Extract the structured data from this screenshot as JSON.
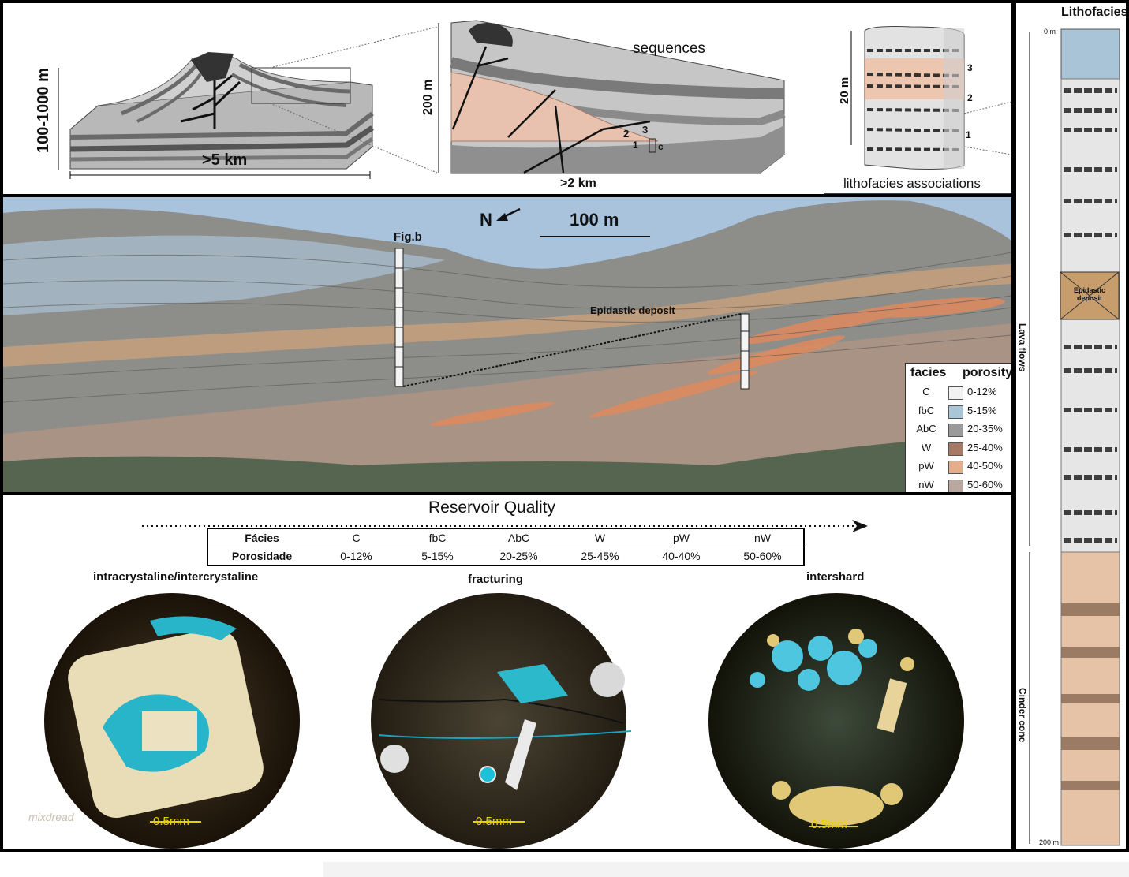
{
  "top_panel": {
    "block1": {
      "height_label": "100-1000 m",
      "width_label": ">5 km"
    },
    "block2": {
      "height_label": "200 m",
      "width_label": ">2 km",
      "title": "sequences",
      "labels": [
        "1",
        "2",
        "3",
        "c"
      ]
    },
    "block3": {
      "height_label": "20 m",
      "caption": "lithofacies associations",
      "labels": [
        "3",
        "2",
        "1"
      ]
    }
  },
  "photo_panel": {
    "north_label": "N",
    "scale_label": "100 m",
    "fig_label": "Fig.b",
    "deposit_label": "Epidastic deposit",
    "legend": {
      "col1": "facies",
      "col2": "porosity",
      "rows": [
        {
          "facies": "C",
          "porosity": "0-12%",
          "color": "#f2f2f2"
        },
        {
          "facies": "fbC",
          "porosity": "5-15%",
          "color": "#a9c6d8"
        },
        {
          "facies": "AbC",
          "porosity": "20-35%",
          "color": "#9a9a9a"
        },
        {
          "facies": "W",
          "porosity": "25-40%",
          "color": "#a87a66"
        },
        {
          "facies": "pW",
          "porosity": "40-50%",
          "color": "#e6ad8c"
        },
        {
          "facies": "nW",
          "porosity": "50-60%",
          "color": "#b9a7a0"
        }
      ]
    }
  },
  "quality_panel": {
    "title": "Reservoir Quality",
    "table": {
      "row1_label": "Fácies",
      "row2_label": "Porosidade",
      "facies": [
        "C",
        "fbC",
        "AbC",
        "W",
        "pW",
        "nW"
      ],
      "porosity": [
        "0-12%",
        "5-15%",
        "20-25%",
        "25-45%",
        "40-40%",
        "50-60%"
      ]
    },
    "photos": [
      {
        "title": "intracrystaline/intercrystaline",
        "scale": "0.5mm"
      },
      {
        "title": "fracturing",
        "scale": "0.5mm"
      },
      {
        "title": "intershard",
        "scale": "0.5mm"
      }
    ],
    "watermark": "mixdread"
  },
  "column_panel": {
    "title": "Lithofacies",
    "top_depth": "0 m",
    "bottom_depth": "200 m",
    "unit_upper": "Lava flows",
    "unit_lower": "Cinder cone",
    "deposit_label": "Epidastic deposit"
  }
}
